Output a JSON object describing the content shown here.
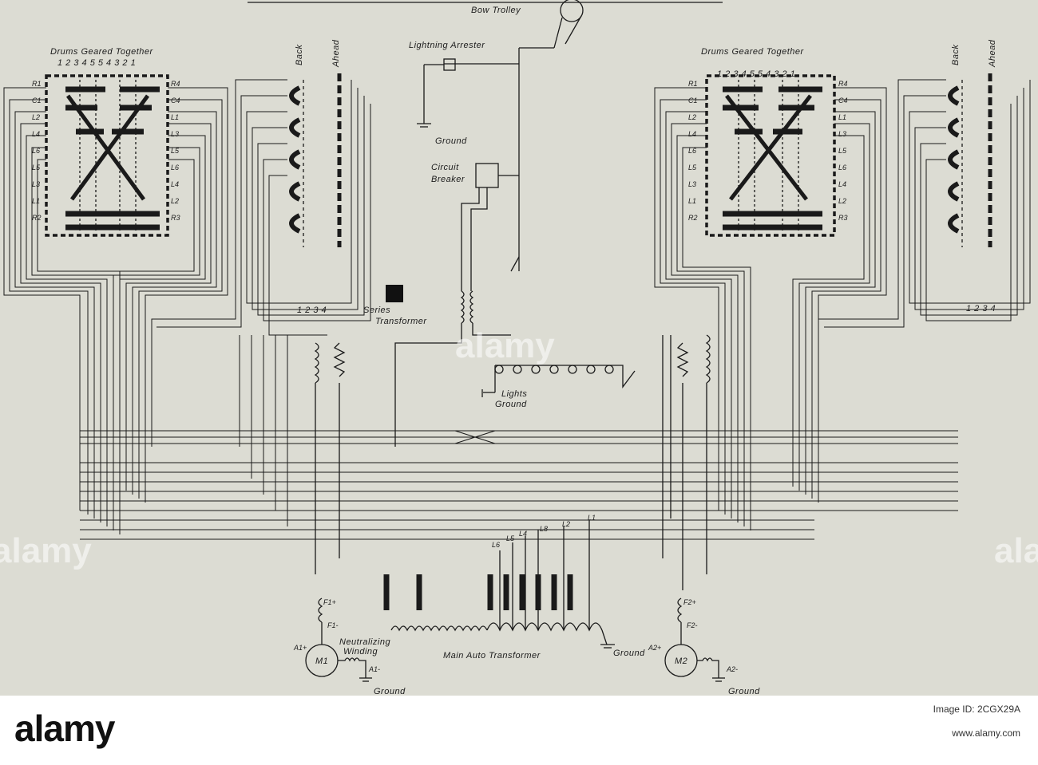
{
  "diagram": {
    "labels": {
      "bow_trolley": "Bow Trolley",
      "lightning_arrester": "Lightning Arrester",
      "ground_top": "Ground",
      "circuit_breaker_1": "Circuit",
      "circuit_breaker_2": "Breaker",
      "series_transformer_1": "Series",
      "series_transformer_2": "Transformer",
      "lights": "Lights",
      "lights_ground": "Ground",
      "main_auto_transformer": "Main Auto Transformer",
      "auto_ground": "Ground",
      "neutralizing_1": "Neutralizing",
      "neutralizing_2": "Winding",
      "drums_left": "Drums Geared Together",
      "drums_right": "Drums Geared Together",
      "drum_numbers": "1 2 3 4 5 5 4 3 2 1",
      "back_left": "Back",
      "ahead_left": "Ahead",
      "back_right": "Back",
      "ahead_right": "Ahead",
      "motor1": "M1",
      "motor2": "M2",
      "motor1_ground": "Ground",
      "motor2_ground": "Ground",
      "a1plus": "A1+",
      "a1minus": "A1-",
      "a2plus": "A2+",
      "a2minus": "A2-",
      "f1plus": "F1+",
      "f1minus": "F1-",
      "f2plus": "F2+",
      "f2minus": "F2-",
      "rev_nums": "1 2 3 4"
    },
    "left_drum_tags": [
      "R1",
      "C1",
      "L2",
      "L4",
      "L6",
      "L5",
      "L3",
      "L1",
      "R2"
    ],
    "left_drum_tags_right": [
      "R4",
      "C4",
      "L1",
      "L3",
      "L5",
      "L6",
      "L4",
      "L2",
      "R3"
    ],
    "right_drum_tags": [
      "R1",
      "C1",
      "L2",
      "L4",
      "L6",
      "L5",
      "L3",
      "L1",
      "R2"
    ],
    "right_drum_tags_right": [
      "R4",
      "C4",
      "L1",
      "L3",
      "L5",
      "L6",
      "L4",
      "L2",
      "R3"
    ],
    "tap_labels": [
      "L6",
      "L5",
      "L4",
      "L8",
      "L2",
      "L1"
    ]
  },
  "watermark": {
    "brand": "alamy"
  },
  "footer": {
    "logo": "alamy",
    "image_id_label": "Image ID: 2CGX29A",
    "url": "www.alamy.com"
  }
}
